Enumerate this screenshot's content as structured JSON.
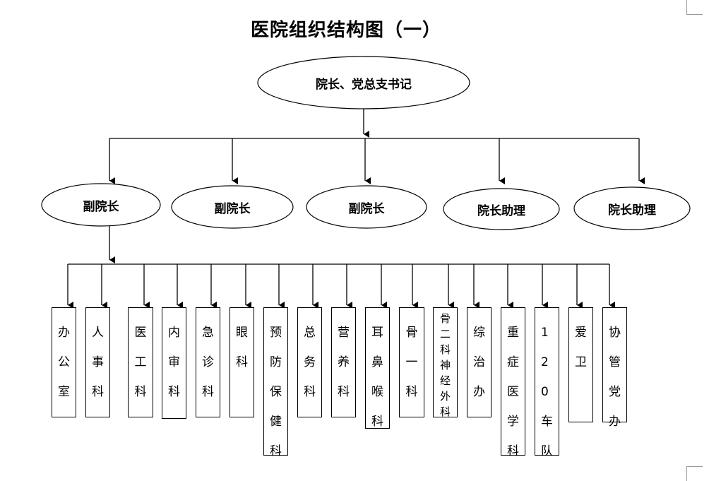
{
  "title": "医院组织结构图（一）",
  "top_node": "院长、党总支书记",
  "second_level": [
    "副院长",
    "副院长",
    "副院长",
    "院长助理",
    "院长助理"
  ],
  "departments": [
    "办公室",
    "人事科",
    "医工科",
    "内审科",
    "急诊科",
    "眼科",
    "预防保健科",
    "总务科",
    "营养科",
    "耳鼻喉科",
    "骨一科",
    "骨二科神经外科",
    "综治办",
    "重症医学科",
    "120车队",
    "爱卫",
    "协管党办"
  ]
}
